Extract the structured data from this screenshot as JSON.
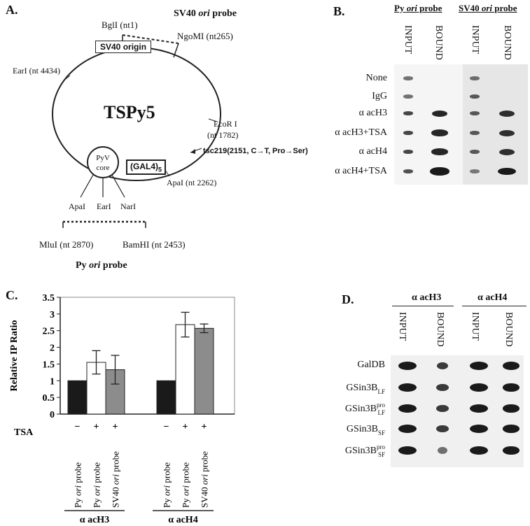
{
  "panelA": {
    "label": "A.",
    "plasmid": "TSPy5",
    "sv40_probe_prefix": "SV40 ",
    "sv40_probe_italic": "ori",
    "sv40_probe_suffix": " probe",
    "bgli": "BglI (nt1)",
    "ngomi": "NgoMI (nt265)",
    "sv40_origin": "SV40 origin",
    "earl_4434": "EarI (nt 4434)",
    "ecori": "EcoR I",
    "ecori_nt": "(nt 1782)",
    "tsc": "tsc219(2151, C→T, Pro→Ser)",
    "apai_2262": "ApaI (nt 2262)",
    "pyv_core_1": "PyV",
    "pyv_core_2": "core",
    "gal4": "(GAL4)",
    "gal4_sub": "5",
    "apai": "ApaI",
    "earl": "EarI",
    "nari": "NarI",
    "mlui": "MluI (nt 2870)",
    "bamhi": "BamHI (nt 2453)",
    "py_probe_prefix": "Py ",
    "py_probe_italic": "ori",
    "py_probe_suffix": " probe"
  },
  "panelB": {
    "label": "B.",
    "group1_prefix": "Py ",
    "group1_italic": "ori",
    "group1_suffix": " probe",
    "group2_prefix": "SV40 ",
    "group2_italic": "ori",
    "group2_suffix": " probe",
    "col_input": "INPUT",
    "col_bound": "BOUND",
    "rows": [
      "None",
      "IgG",
      "α acH3",
      "α acH3+TSA",
      "α acH4",
      "α acH4+TSA"
    ]
  },
  "panelC": {
    "label": "C.",
    "tsa_label": "TSA",
    "group_labels": [
      "α acH3",
      "α acH4"
    ],
    "probe_labels": [
      "Py ori probe",
      "Py ori probe",
      "SV40 ori probe"
    ],
    "tsa_signs": [
      "−",
      "+",
      "+"
    ]
  },
  "panelD": {
    "label": "D.",
    "group1": "α acH3",
    "group2": "α acH4",
    "col_input": "INPUT",
    "col_bound": "BOUND",
    "rows": [
      {
        "base": "GalDB",
        "sub": "",
        "sup": ""
      },
      {
        "base": "GSin3B",
        "sub": "LF",
        "sup": ""
      },
      {
        "base": "GSin3B",
        "sub": "LF",
        "sup": "pro"
      },
      {
        "base": "GSin3B",
        "sub": "SF",
        "sup": ""
      },
      {
        "base": "GSin3B",
        "sub": "SF",
        "sup": "pro"
      }
    ]
  },
  "chart_data": {
    "type": "bar",
    "title": "",
    "xlabel": "",
    "ylabel": "Relative IP Ratio",
    "ylim": [
      0,
      3.5
    ],
    "yticks": [
      "0",
      "0.5",
      "1",
      "1.5",
      "2",
      "2.5",
      "3",
      "3.5"
    ],
    "groups": [
      "α acH3",
      "α acH4"
    ],
    "categories": [
      "Py ori probe −TSA",
      "Py ori probe +TSA",
      "SV40 ori probe +TSA"
    ],
    "series": [
      {
        "values": [
          1.0,
          1.0
        ],
        "color": "#1a1a1a"
      },
      {
        "values": [
          1.55,
          2.68
        ],
        "errors": [
          0.35,
          0.37
        ],
        "color": "#ffffff"
      },
      {
        "values": [
          1.33,
          2.57
        ],
        "errors": [
          0.43,
          0.13
        ],
        "color": "#8c8c8c"
      }
    ],
    "grid": false,
    "legend": "none"
  }
}
